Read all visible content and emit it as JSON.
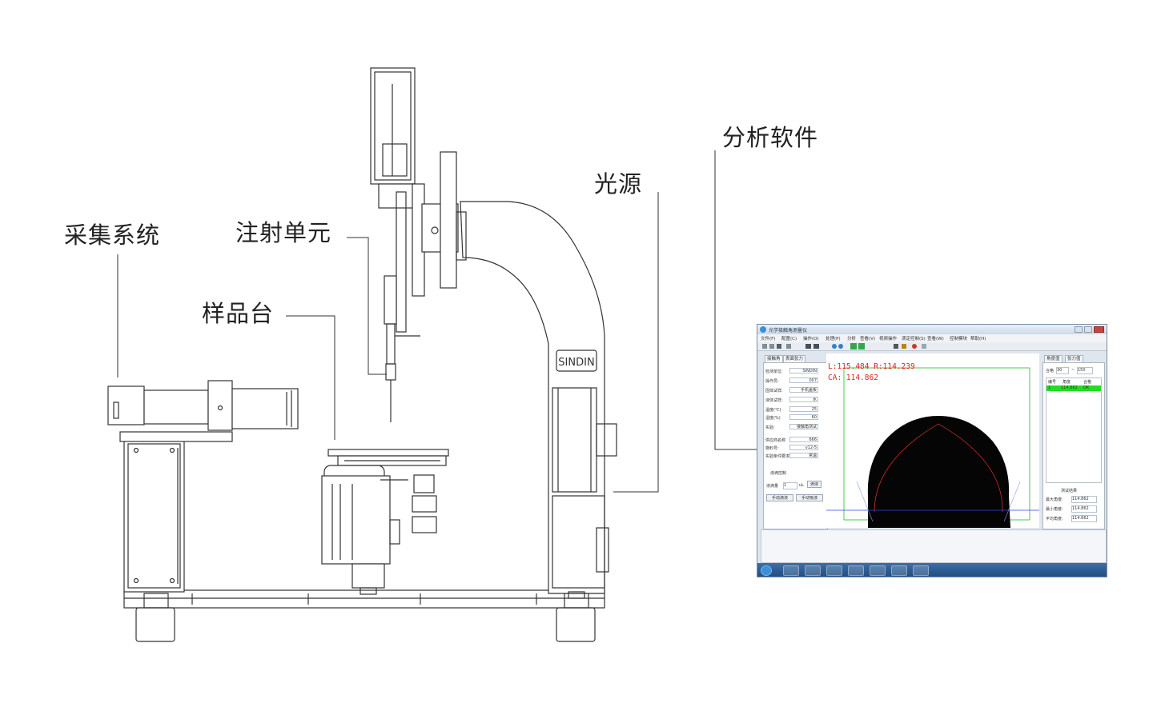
{
  "labels": {
    "acquisition": "采集系统",
    "injection": "注射单元",
    "sample_stage": "样品台",
    "light_source": "光源",
    "software": "分析软件"
  },
  "brand_plate": "SINDIN",
  "software": {
    "title": "光学接触角测量仪",
    "menu": [
      "文件(F)",
      "配置(C)",
      "操作(O)",
      "处理(P)",
      "分析",
      "查看(V)",
      "视频操作",
      "滴定控制(S)",
      "查看(W)",
      "控制模块",
      "帮助(H)"
    ],
    "left_tabs": [
      "接触角",
      "表面张力"
    ],
    "fields": [
      {
        "label": "检测单位:",
        "value": "SINDIN"
      },
      {
        "label": "操作员:",
        "value": "007"
      },
      {
        "label": "固体试样:",
        "value": "手机盖板"
      },
      {
        "label": "液体试样:",
        "value": "水"
      },
      {
        "label": "温度(℃)",
        "value": "25"
      },
      {
        "label": "湿度(%)",
        "value": "60"
      },
      {
        "label": "实验:",
        "value": "接触角测试"
      },
      {
        "label": "供应商名称",
        "value": "666"
      },
      {
        "label": "物料号:",
        "value": "v12-5"
      },
      {
        "label": "实验条件要求:",
        "value": "常温"
      }
    ],
    "drop_control": {
      "section_title": "液滴控制",
      "volume_label": "液滴量",
      "volume_value": "1",
      "unit": "uL",
      "drip_button": "滴液",
      "manual_drip_button": "手动滴液",
      "manual_suck_button": "手动吸液"
    },
    "readout_line1": "L:115.484  R:114.239",
    "readout_line2": "CA: 114.862",
    "right_tabs": [
      "角度值",
      "张力值"
    ],
    "range_label": "合格",
    "range_min": "30",
    "range_sep": "~",
    "range_max": "150",
    "table_headers": [
      "编号",
      "角度",
      "合格"
    ],
    "table_row": [
      "1",
      "114.862",
      "OK"
    ],
    "result_title": "测试结果",
    "results": [
      {
        "label": "最大角度:",
        "value": "114.862"
      },
      {
        "label": "最小角度:",
        "value": "114.862"
      },
      {
        "label": "平均角度:",
        "value": "114.862"
      }
    ]
  },
  "colors": {
    "line": "#333333",
    "label_text": "#222222",
    "readout": "#e02020",
    "roi": "#22bb22",
    "baseline": "#3344ee",
    "selected_row": "#22dd22"
  }
}
